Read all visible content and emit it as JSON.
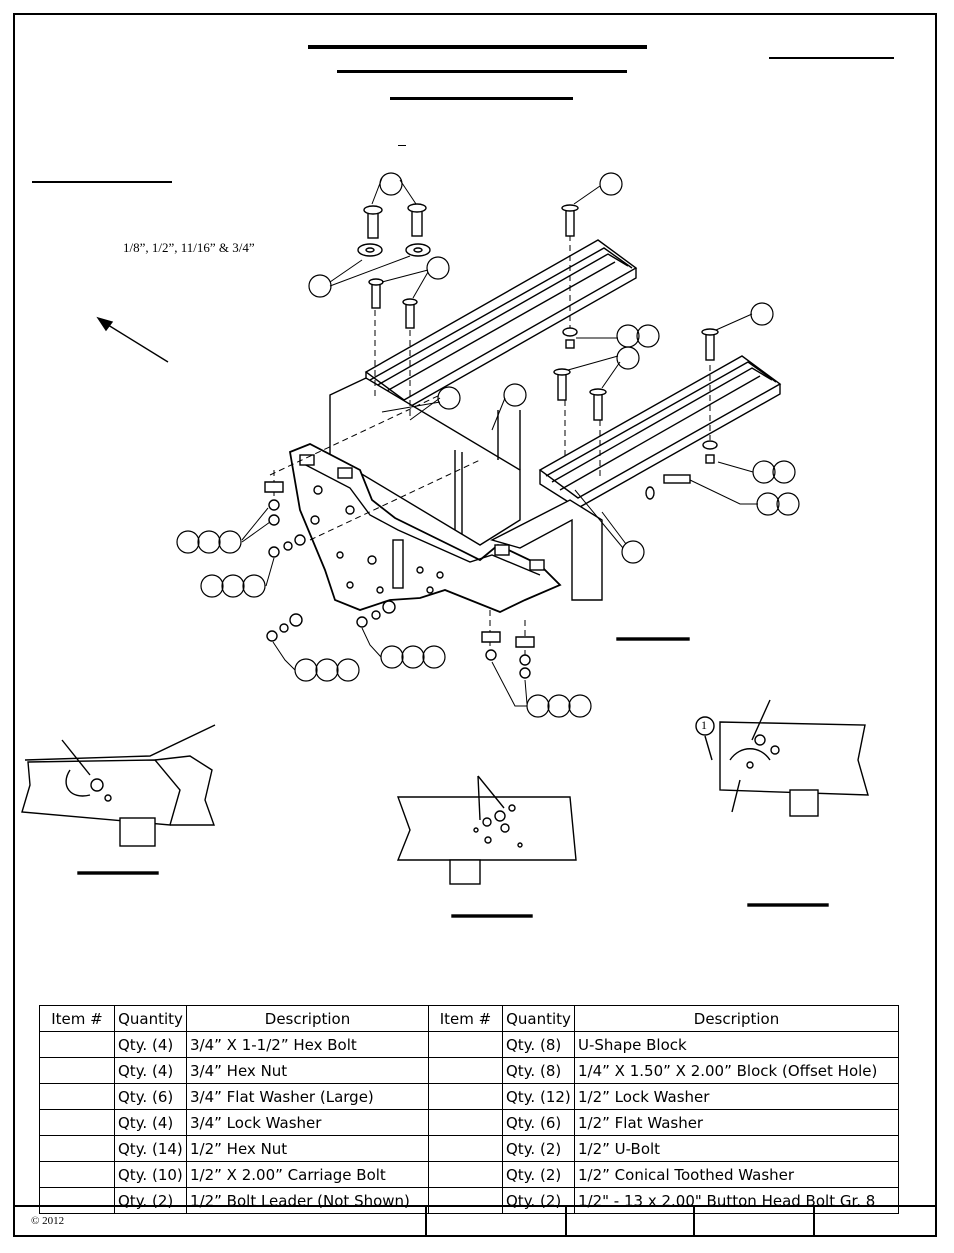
{
  "drawing": {
    "fraction_text": "1/8”, 1/2”,  11/16” & 3/4”"
  },
  "parts_table": {
    "headers": [
      "Item #",
      "Quantity",
      "Description",
      "Item #",
      "Quantity",
      "Description"
    ],
    "rows": [
      {
        "item_a": "",
        "qty_a": "Qty. (4)",
        "desc_a": "3/4” X 1-1/2” Hex Bolt",
        "item_b": "",
        "qty_b": "Qty. (8)",
        "desc_b": "U-Shape Block"
      },
      {
        "item_a": "",
        "qty_a": "Qty. (4)",
        "desc_a": "3/4” Hex Nut",
        "item_b": "",
        "qty_b": "Qty. (8)",
        "desc_b": "1/4” X 1.50” X 2.00” Block (Offset Hole)"
      },
      {
        "item_a": "",
        "qty_a": "Qty. (6)",
        "desc_a": "3/4” Flat Washer (Large)",
        "item_b": "",
        "qty_b": "Qty. (12)",
        "desc_b": "1/2” Lock Washer"
      },
      {
        "item_a": "",
        "qty_a": "Qty. (4)",
        "desc_a": "3/4” Lock Washer",
        "item_b": "",
        "qty_b": "Qty. (6)",
        "desc_b": "1/2” Flat Washer"
      },
      {
        "item_a": "",
        "qty_a": "Qty. (14)",
        "desc_a": "1/2” Hex Nut",
        "item_b": "",
        "qty_b": "Qty. (2)",
        "desc_b": "1/2” U-Bolt"
      },
      {
        "item_a": "",
        "qty_a": "Qty. (10)",
        "desc_a": "1/2” X 2.00” Carriage Bolt",
        "item_b": "",
        "qty_b": "Qty. (2)",
        "desc_b": "1/2” Conical Toothed Washer"
      },
      {
        "item_a": "",
        "qty_a": "Qty. (2)",
        "desc_a": "1/2” Bolt Leader (Not Shown)",
        "item_b": "",
        "qty_b": "Qty. (2)",
        "desc_b": "1/2\" - 13 x 2.00\" Button Head Bolt Gr. 8"
      }
    ]
  },
  "footer": {
    "copyright": "© 2012"
  },
  "detail_callout": {
    "label": "1"
  }
}
